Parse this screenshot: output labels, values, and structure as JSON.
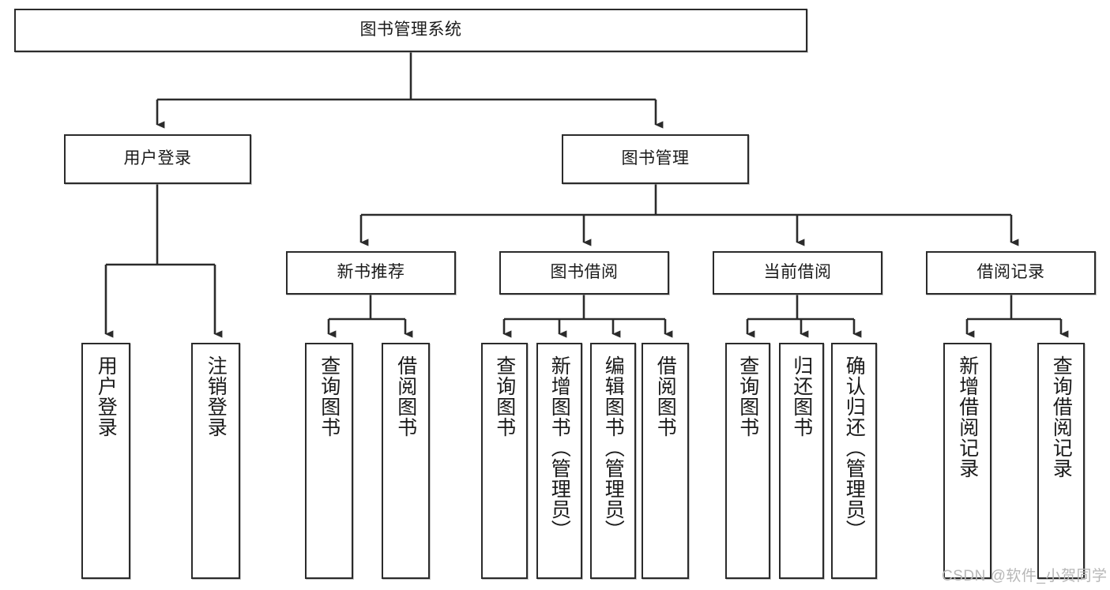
{
  "diagram": {
    "type": "tree-hierarchy",
    "title": "图书管理系统",
    "watermark": "CSDN @软件_小贺同学",
    "colors": {
      "stroke": "#2b2b2b",
      "fill": "#ffffff",
      "text": "#1a1a1a",
      "watermark": "#b7b7b7"
    },
    "levels": [
      {
        "level": 0,
        "nodes": [
          {
            "id": "root",
            "label": "图书管理系统",
            "orientation": "horizontal"
          }
        ]
      },
      {
        "level": 1,
        "nodes": [
          {
            "id": "user-login",
            "label": "用户登录",
            "orientation": "horizontal",
            "parent": "root"
          },
          {
            "id": "book-manage",
            "label": "图书管理",
            "orientation": "horizontal",
            "parent": "root"
          }
        ]
      },
      {
        "level": 2,
        "nodes": [
          {
            "id": "new-book-rec",
            "label": "新书推荐",
            "orientation": "horizontal",
            "parent": "book-manage"
          },
          {
            "id": "book-borrow",
            "label": "图书借阅",
            "orientation": "horizontal",
            "parent": "book-manage"
          },
          {
            "id": "current-borrow",
            "label": "当前借阅",
            "orientation": "horizontal",
            "parent": "book-manage"
          },
          {
            "id": "borrow-record",
            "label": "借阅记录",
            "orientation": "horizontal",
            "parent": "book-manage"
          }
        ]
      },
      {
        "level": 3,
        "nodes": [
          {
            "id": "leaf-user-login",
            "label": "用户登录",
            "orientation": "vertical",
            "parent": "user-login"
          },
          {
            "id": "leaf-logout",
            "label": "注销登录",
            "orientation": "vertical",
            "parent": "user-login"
          },
          {
            "id": "leaf-query-book-1",
            "label": "查询图书",
            "orientation": "vertical",
            "parent": "new-book-rec"
          },
          {
            "id": "leaf-borrow-book-1",
            "label": "借阅图书",
            "orientation": "vertical",
            "parent": "new-book-rec"
          },
          {
            "id": "leaf-query-book-2",
            "label": "查询图书",
            "orientation": "vertical",
            "parent": "book-borrow"
          },
          {
            "id": "leaf-add-book",
            "label": "新增图书（管理员）",
            "orientation": "vertical",
            "parent": "book-borrow"
          },
          {
            "id": "leaf-edit-book",
            "label": "编辑图书（管理员）",
            "orientation": "vertical",
            "parent": "book-borrow"
          },
          {
            "id": "leaf-borrow-book-2",
            "label": "借阅图书",
            "orientation": "vertical",
            "parent": "book-borrow"
          },
          {
            "id": "leaf-query-book-3",
            "label": "查询图书",
            "orientation": "vertical",
            "parent": "current-borrow"
          },
          {
            "id": "leaf-return-book",
            "label": "归还图书",
            "orientation": "vertical",
            "parent": "current-borrow"
          },
          {
            "id": "leaf-confirm-return",
            "label": "确认归还（管理员）",
            "orientation": "vertical",
            "parent": "current-borrow"
          },
          {
            "id": "leaf-add-record",
            "label": "新增借阅记录",
            "orientation": "vertical",
            "parent": "borrow-record"
          },
          {
            "id": "leaf-query-record",
            "label": "查询借阅记录",
            "orientation": "vertical",
            "parent": "borrow-record"
          }
        ]
      }
    ]
  }
}
